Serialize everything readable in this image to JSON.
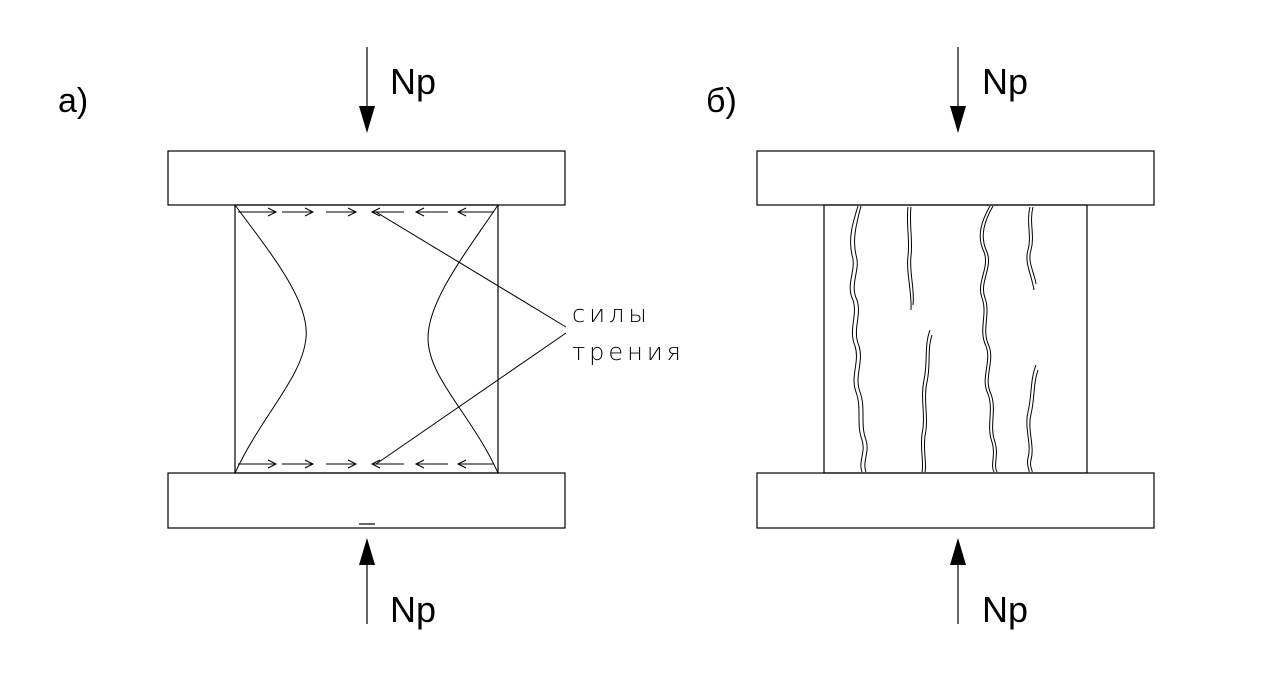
{
  "diagram": {
    "panel_a": {
      "label": "а)",
      "top_force": "Np",
      "bottom_force": "Np",
      "annotation_line1": "силы",
      "annotation_line2": "трения"
    },
    "panel_b": {
      "label": "б)",
      "top_force": "Np",
      "bottom_force": "Np"
    }
  }
}
